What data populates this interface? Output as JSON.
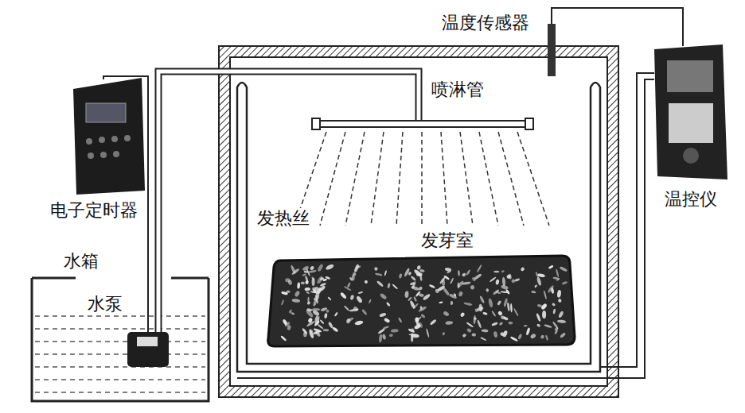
{
  "diagram": {
    "labels": [
      "温度传感器",
      "喷淋管",
      "电子定时器",
      "温控仪",
      "发热丝",
      "发芽室",
      "水箱",
      "水泵"
    ]
  }
}
